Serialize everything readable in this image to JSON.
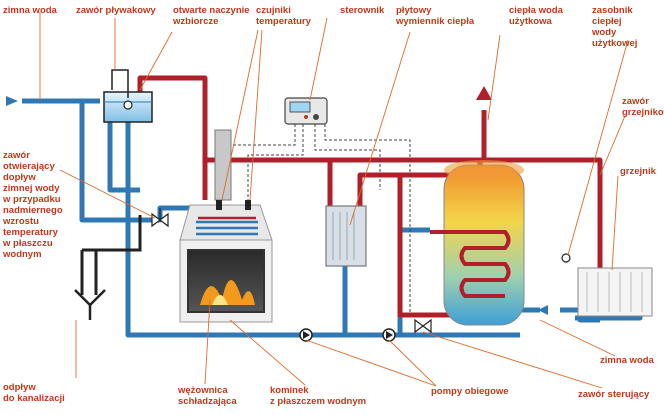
{
  "labels": {
    "cold_water": "zimna woda",
    "float_valve": "zawór pływakowy",
    "open_tank": "otwarte naczynie\nwzbiorcze",
    "temp_sensors": "czujniki\ntemperatury",
    "controller": "sterownik",
    "plate_exchanger": "płytowy\nwymiennik ciepła",
    "hot_water": "ciepła woda\nużytkowa",
    "hot_water_tank": "zasobnik ciepłej\nwody użytkowej",
    "radiator_valve": "zawór\ngrzejnikowy",
    "radiator": "grzejnik",
    "safety_valve": "zawór\notwierający\ndopływ\nzimnej wody\nw przypadku\nnadmiernego\nwzrostu\ntemperatury\nw płaszczu\nwodnym",
    "drain": "odpływ\ndo kanalizacji",
    "cooling_coil": "wężownica\nschładzająca",
    "fireplace": "kominek\nz płaszczem wodnym",
    "pumps": "pompy obiegowe",
    "cold_water_right": "zimna woda",
    "control_valve": "zawór sterujący"
  },
  "colors": {
    "label": "#c0391b",
    "hot_pipe": "#b0202a",
    "cold_pipe": "#2f78b5",
    "leader": "#e06a2a"
  }
}
